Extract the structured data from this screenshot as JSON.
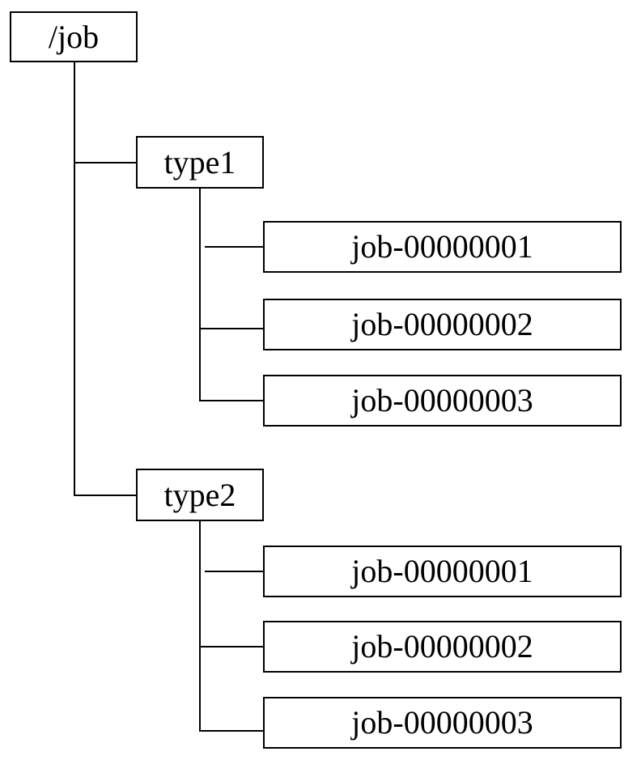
{
  "tree": {
    "root": {
      "label": "/job",
      "children": [
        {
          "label": "type1",
          "children": [
            {
              "label": "job-00000001"
            },
            {
              "label": "job-00000002"
            },
            {
              "label": "job-00000003"
            }
          ]
        },
        {
          "label": "type2",
          "children": [
            {
              "label": "job-00000001"
            },
            {
              "label": "job-00000002"
            },
            {
              "label": "job-00000003"
            }
          ]
        }
      ]
    },
    "line_color": "#000000",
    "box_border_color": "#000000",
    "background_color": "#ffffff"
  }
}
